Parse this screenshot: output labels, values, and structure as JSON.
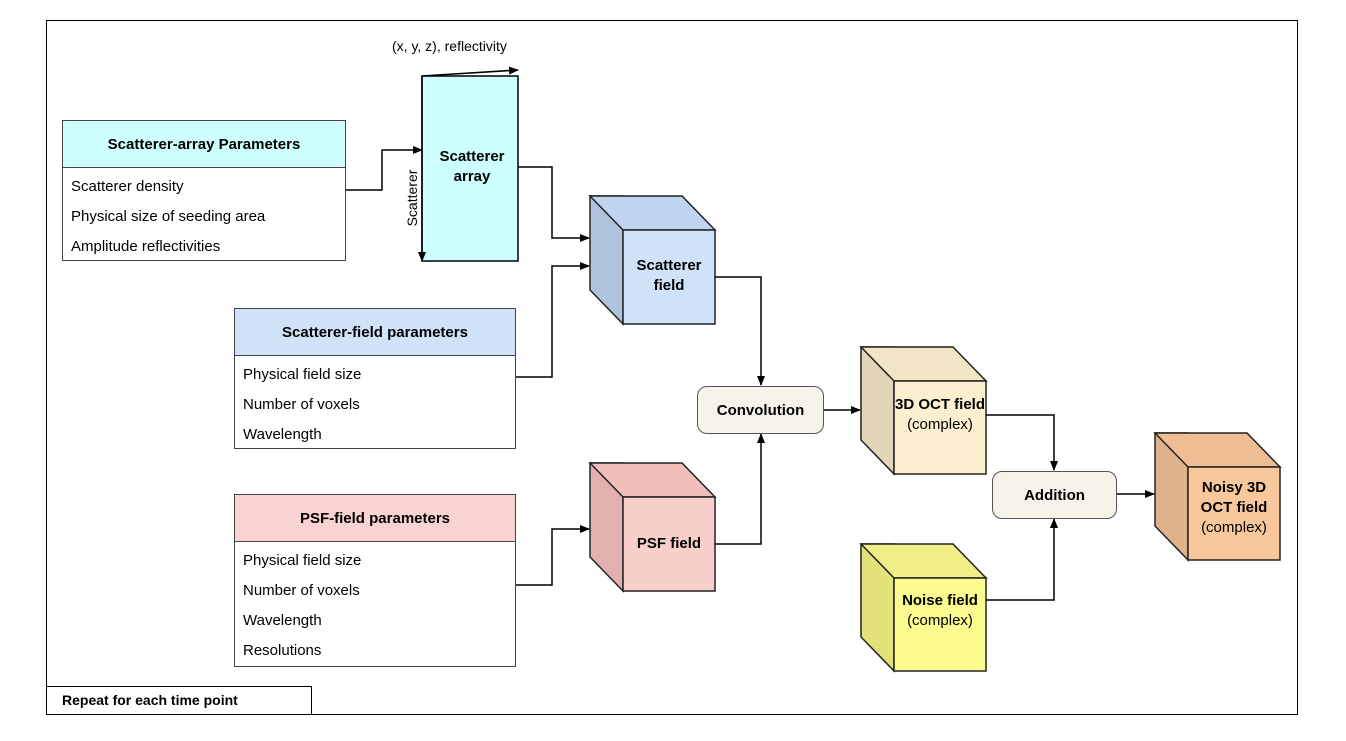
{
  "scatterer_array_params": {
    "title": "Scatterer-array Parameters",
    "items": [
      "Scatterer density",
      "Physical size of seeding area",
      "Amplitude reflectivities"
    ],
    "color": "#ccfffe"
  },
  "scatterer_field_params": {
    "title": "Scatterer-field parameters",
    "items": [
      "Physical field size",
      "Number of voxels",
      "Wavelength"
    ],
    "color": "#cfe2f8"
  },
  "psf_field_params": {
    "title": "PSF-field parameters",
    "items": [
      "Physical field size",
      "Number of voxels",
      "Wavelength",
      "Resolutions"
    ],
    "color": "#f9d3d1"
  },
  "scatterer_array": {
    "label": "Scatterer array",
    "color": "#ccfffe"
  },
  "array_axis_top": "(x, y, z), reflectivity",
  "array_axis_side": "Scatterer",
  "scatterer_field": {
    "label": "Scatterer field",
    "color": "#cfe2f8"
  },
  "psf_field": {
    "label": "PSF field",
    "color": "#f9cfcc"
  },
  "convolution": {
    "label": "Convolution"
  },
  "oct_field": {
    "label": "3D OCT field",
    "sub": "(complex)",
    "color": "#fbefcf"
  },
  "noise_field": {
    "label": "Noise field",
    "sub": "(complex)",
    "color": "#fbfb8f"
  },
  "addition": {
    "label": "Addition"
  },
  "noisy_field": {
    "label": "Noisy 3D OCT field",
    "sub": "(complex)",
    "color": "#f9c79c"
  },
  "footer": "Repeat for each time point"
}
